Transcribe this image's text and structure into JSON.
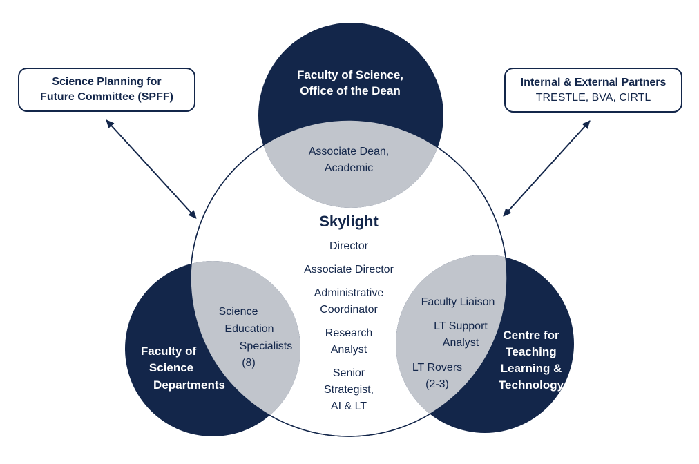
{
  "colors": {
    "navy": "#13264a",
    "lens": "#c1c5cc",
    "background": "#ffffff",
    "outline": "#13264a"
  },
  "callouts": {
    "spff": {
      "label": "Science Planning for\nFuture Committee (SPFF)"
    },
    "partners": {
      "title": "Internal & External Partners",
      "members": "TRESTLE, BVA, CIRTL"
    }
  },
  "skylight": {
    "title": "Skylight",
    "roles": [
      "Director",
      "Associate Director",
      "Administrative\nCoordinator",
      "Research\nAnalyst",
      "Senior\nStrategist,\nAI & LT"
    ]
  },
  "circles": {
    "dean": {
      "label": "Faculty of Science,\nOffice of the Dean",
      "overlap": "Associate Dean,\nAcademic"
    },
    "departments": {
      "label_lines": [
        "Faculty of",
        "Science",
        "Departments"
      ],
      "overlap_lines": [
        "Science",
        "Education",
        "Specialists",
        "(8)"
      ]
    },
    "ctlt": {
      "label": "Centre for\nTeaching\nLearning &\nTechnology",
      "overlap_groups": [
        "Faculty Liaison",
        "LT Support\nAnalyst",
        "LT Rovers\n(2-3)"
      ]
    }
  }
}
